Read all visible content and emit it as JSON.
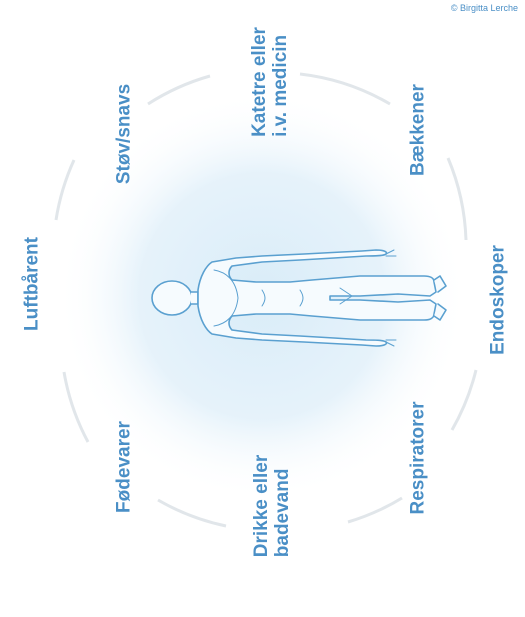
{
  "copyright": "© Birgitta Lerche",
  "labels": {
    "luftbaarent": "Luftbårent",
    "stovsnavs": "Støv/snavs",
    "katetre_line1": "Katetre eller",
    "katetre_line2": "i.v. medicin",
    "baekkener": "Bækkener",
    "endoskoper": "Endoskoper",
    "respiratorer": "Respiratorer",
    "drikke_line1": "Drikke eller",
    "drikke_line2": "badevand",
    "fodevarer": "Fødevarer"
  },
  "colors": {
    "text": "#4a8fc6",
    "body_outline": "#5aa0d0",
    "ring": "#dde3e8",
    "glow": "#d5e9f6"
  },
  "figure": "human-body-outline"
}
